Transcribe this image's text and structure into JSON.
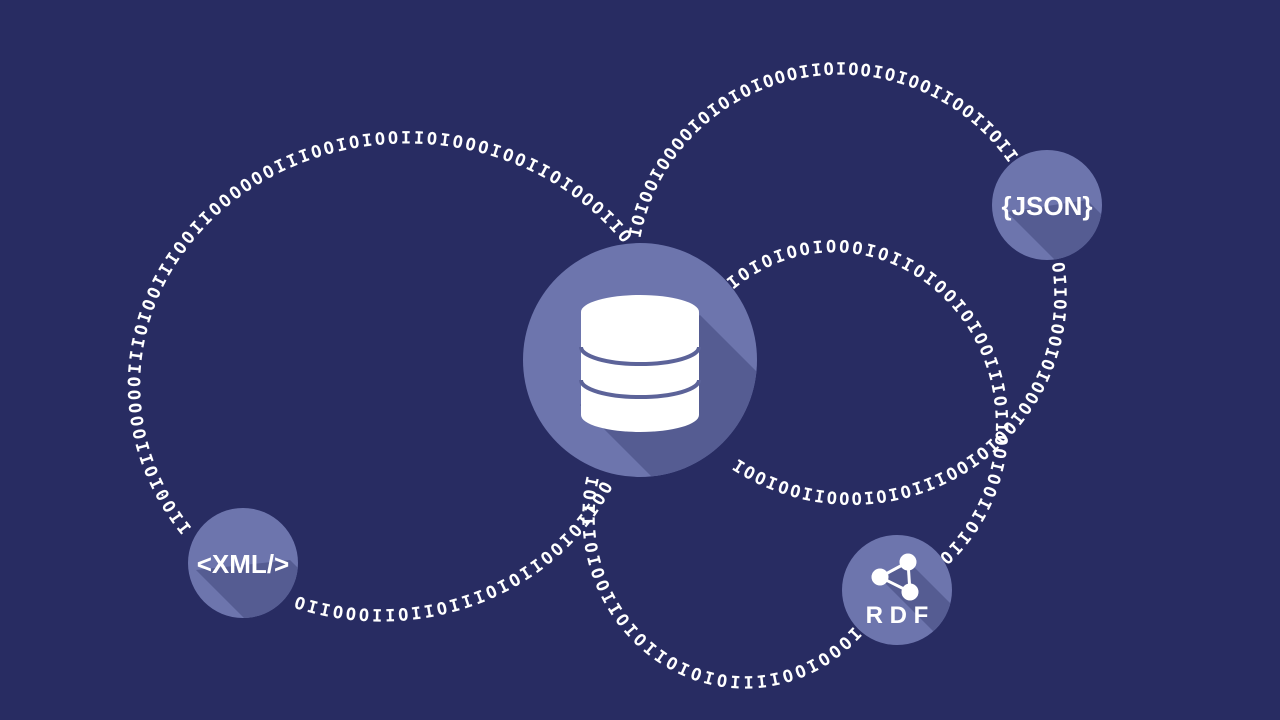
{
  "colors": {
    "background": "#282c62",
    "node": "#6d75ad",
    "shadow": "#555c92",
    "db_stroke": "#5c6399",
    "text": "#ffffff"
  },
  "diagram": {
    "center": {
      "icon": "database-icon"
    },
    "nodes": [
      {
        "id": "xml",
        "label": "<XML/>"
      },
      {
        "id": "json",
        "label": "{JSON}"
      },
      {
        "id": "rdf",
        "label": "R D F",
        "icon": "rdf-graph-icon"
      }
    ],
    "streams": {
      "left_loop": "IIO0IOIIOOOOOIIIOIOOIIIOOIIOOOOOOIIIOOIOIOOIIOIOOOIOOIIOIOOOIIOOOIIOIOOIIOIOIIIOIIOIIOOOIIOOIOIOIOOOIIOOOOIIOIOOIOIIOIOOOIOIOIIIOIO",
      "right_loop": "IIOIIOOIIOOIOIOOIOIIOOOIOIOIOIOOOOIOOIOIIOOIOOIIOOOIOIOIIIOOIOIOOIOOOIOIOOIOIIOOIOIOIOIIOIIOOOIOIOOIOIOIOOIIOO",
      "inner_loop": "IOIOIOOIOOOIOIIOIOOIOIOOIIIOIIOOIOOIIOIIOIOOOIOOIIIIOIOIOIIOIOIIOOIOIIIOIIO"
    }
  }
}
